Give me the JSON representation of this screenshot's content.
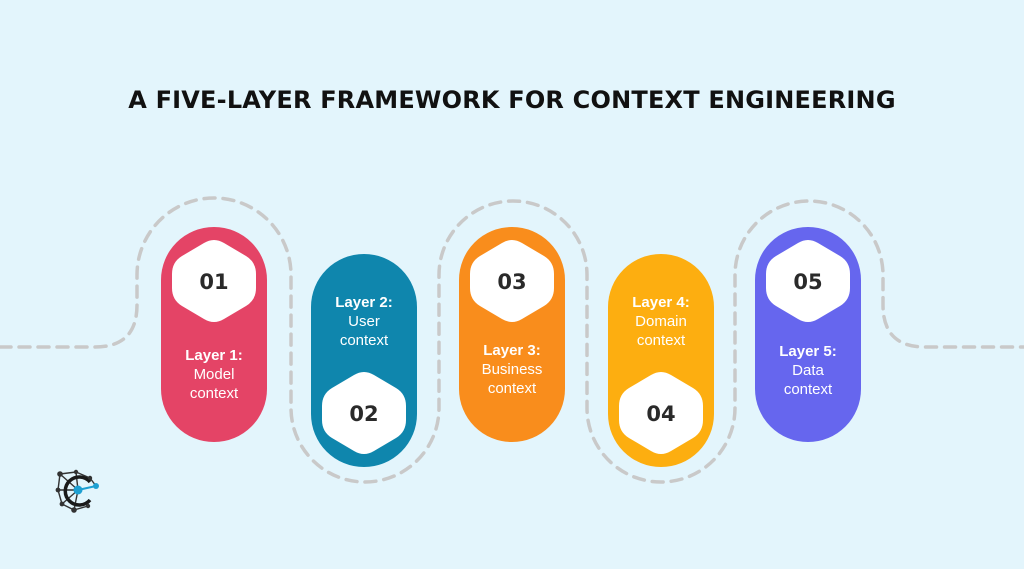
{
  "title": "A FIVE-LAYER FRAMEWORK FOR CONTEXT ENGINEERING",
  "layers": [
    {
      "number": "01",
      "title": "Layer 1:",
      "desc": "Model\ncontext",
      "color": "#e44466"
    },
    {
      "number": "02",
      "title": "Layer 2:",
      "desc": "User\ncontext",
      "color": "#0f86ad"
    },
    {
      "number": "03",
      "title": "Layer 3:",
      "desc": "Business\ncontext",
      "color": "#f98d1c"
    },
    {
      "number": "04",
      "title": "Layer 4:",
      "desc": "Domain\ncontext",
      "color": "#fdae10"
    },
    {
      "number": "05",
      "title": "Layer 5:",
      "desc": "Data\ncontext",
      "color": "#6666ee"
    }
  ],
  "colors": {
    "background": "#e3f5fc",
    "dash": "#c9c9c9",
    "badge": "#ffffff",
    "number_text": "#2a2a2a"
  },
  "logo": {
    "icon": "network-logo-icon"
  }
}
